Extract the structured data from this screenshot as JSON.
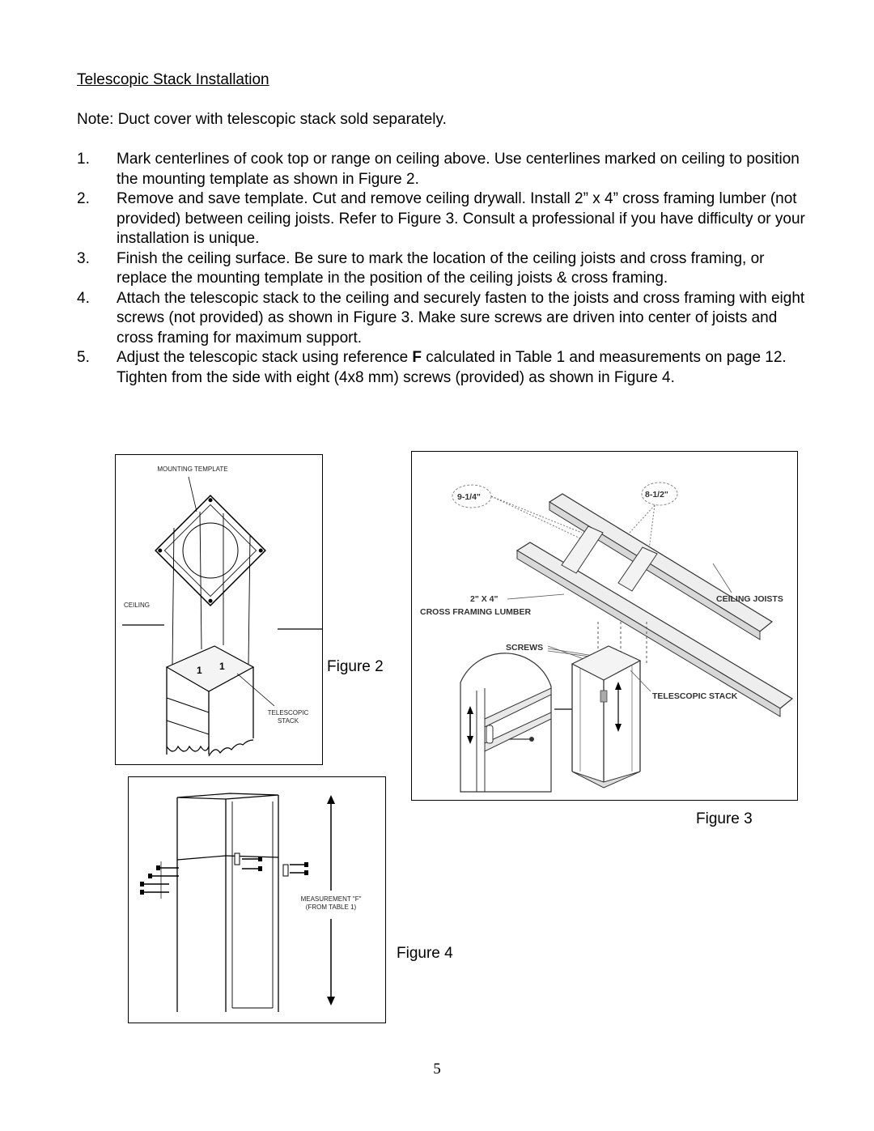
{
  "title": "Telescopic Stack Installation",
  "note": "Note:  Duct cover with telescopic stack sold separately.",
  "steps": [
    {
      "num": "1.",
      "text": "Mark centerlines of cook top or range on ceiling above.  Use centerlines marked on ceiling to position the mounting template as shown in Figure 2."
    },
    {
      "num": "2.",
      "text": "Remove and save template.  Cut and remove ceiling drywall.  Install 2” x 4” cross framing lumber (not provided) between ceiling joists.  Refer to Figure 3.  Consult a professional if you have difficulty or your installation is unique."
    },
    {
      "num": "3.",
      "text": "Finish the ceiling surface.  Be sure to mark the location of the ceiling joists and cross framing, or replace the mounting template in the position of the ceiling joists & cross framing."
    },
    {
      "num": "4.",
      "text": "Attach the telescopic stack to the ceiling and securely fasten to the joists and cross framing with eight screws (not provided) as shown in Figure 3.  Make sure screws are driven into center of joists and cross framing for maximum support."
    }
  ],
  "step5": {
    "num": "5.",
    "before": "Adjust the telescopic stack using reference ",
    "bold": "F",
    "after": " calculated in Table 1 and measurements on page 12.  Tighten from the side with eight (4x8 mm) screws (provided) as shown in Figure 4."
  },
  "figure2": {
    "caption": "Figure 2",
    "mounting_template": "MOUNTING TEMPLATE",
    "ceiling": "CEILING",
    "telescopic_line1": "TELESCOPIC",
    "telescopic_line2": "STACK"
  },
  "figure3": {
    "caption": "Figure 3",
    "dim_left": "9-1/4\"",
    "dim_right": "8-1/2\"",
    "lumber_size": "2\" X 4\"",
    "cross_framing": "CROSS FRAMING LUMBER",
    "ceiling_joists": "CEILING JOISTS",
    "screws": "SCREWS",
    "telescopic_stack": "TELESCOPIC STACK"
  },
  "figure4": {
    "caption": "Figure 4",
    "measure_line1": "MEASUREMENT \"F\"",
    "measure_line2": "(FROM TABLE 1)"
  },
  "page_number": "5"
}
